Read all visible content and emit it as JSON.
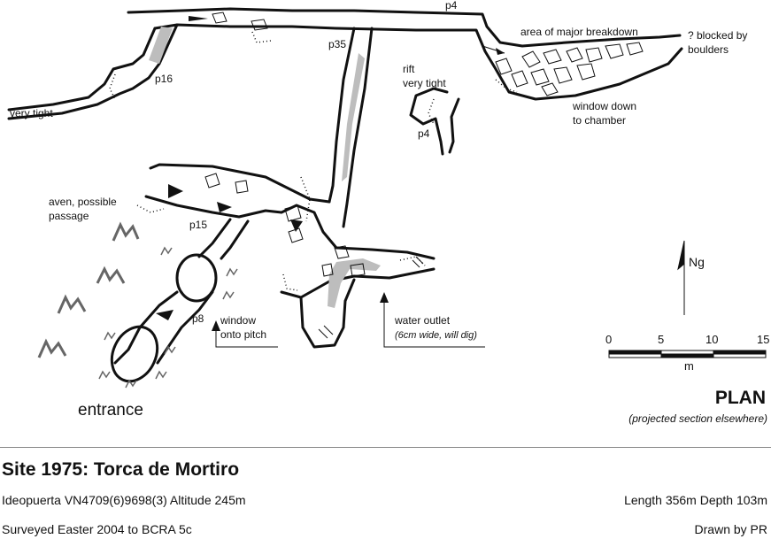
{
  "labels": {
    "p16": "p16",
    "very_tight": "very tight",
    "p4_top": "p4",
    "p35": "p35",
    "major_breakdown": "area of major breakdown",
    "blocked_1": "? blocked by",
    "blocked_2": "boulders",
    "rift_1": "rift",
    "rift_2": "very tight",
    "p4_lower": "p4",
    "window_chamber_1": "window down",
    "window_chamber_2": "to chamber",
    "aven_1": "aven, possible",
    "aven_2": "passage",
    "p15": "p15",
    "p8": "p8",
    "window_pitch_1": "window",
    "window_pitch_2": "onto pitch",
    "water_outlet_1": "water outlet",
    "water_outlet_2": "(6cm wide, will dig)",
    "entrance": "entrance",
    "north": "Ng"
  },
  "scale": {
    "ticks": [
      "0",
      "5",
      "10",
      "15"
    ],
    "unit": "m"
  },
  "plan": {
    "title": "PLAN",
    "subtitle": "(projected section elsewhere)"
  },
  "footer": {
    "title": "Site 1975: Torca de Mortiro",
    "location": "Ideopuerta   VN4709(6)9698(3)  Altitude 245m",
    "length_depth": "Length 356m  Depth 103m",
    "surveyed": "Surveyed Easter 2004   to BCRA 5c",
    "drawn_by": "Drawn by PR"
  },
  "colors": {
    "ink": "#111111",
    "shade": "#bdbdbd",
    "dark_hatch": "#666666"
  }
}
